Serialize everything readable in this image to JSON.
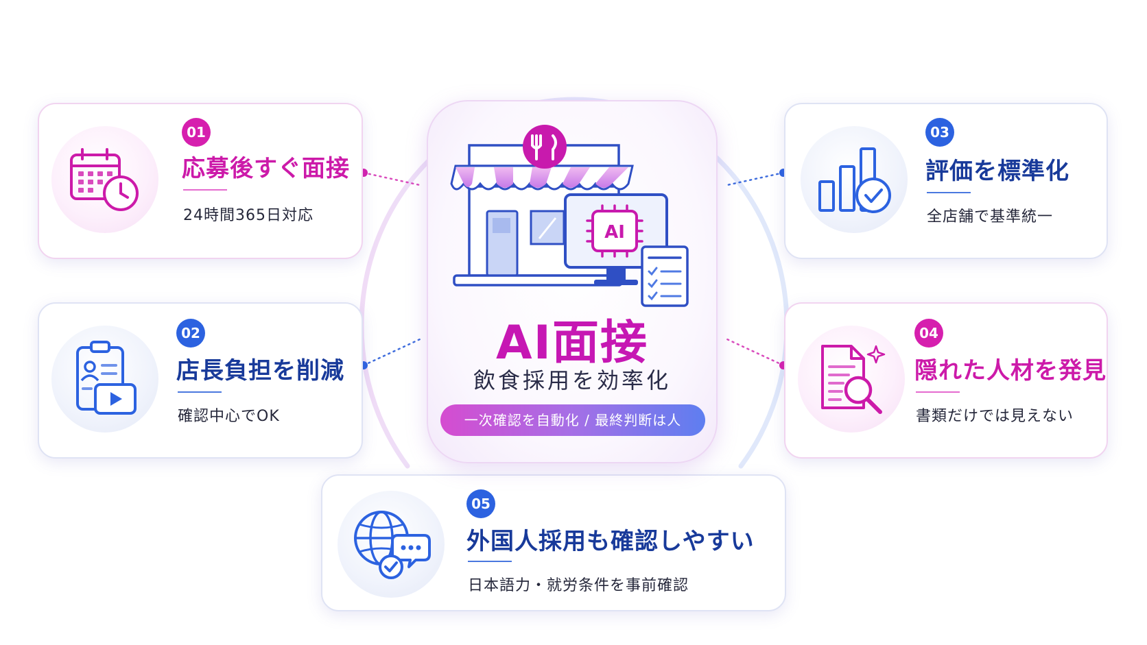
{
  "center": {
    "title": "AI面接",
    "subtitle": "飲食採用を効率化",
    "pill": "一次確認を自動化 / 最終判断は人",
    "ai_chip_label": "AI"
  },
  "cards": [
    {
      "number": "01",
      "title": "応募後すぐ面接",
      "subtitle": "24時間365日対応",
      "accent": "#cc1aa9",
      "icon": "calendar-clock-icon"
    },
    {
      "number": "02",
      "title": "店長負担を削減",
      "subtitle": "確認中心でOK",
      "accent": "#183a9a",
      "icon": "clipboard-video-icon"
    },
    {
      "number": "03",
      "title": "評価を標準化",
      "subtitle": "全店舗で基準統一",
      "accent": "#183a9a",
      "icon": "bar-chart-check-icon"
    },
    {
      "number": "04",
      "title": "隠れた人材を発見",
      "subtitle": "書類だけでは見えない",
      "accent": "#cc1aa9",
      "icon": "document-search-icon"
    },
    {
      "number": "05",
      "title": "外国人採用も確認しやすい",
      "subtitle": "日本語力・就労条件を事前確認",
      "accent": "#183a9a",
      "icon": "globe-chat-icon"
    }
  ],
  "colors": {
    "pink": "#cc1aa9",
    "blue": "#2c62e0",
    "navy": "#183a9a"
  }
}
